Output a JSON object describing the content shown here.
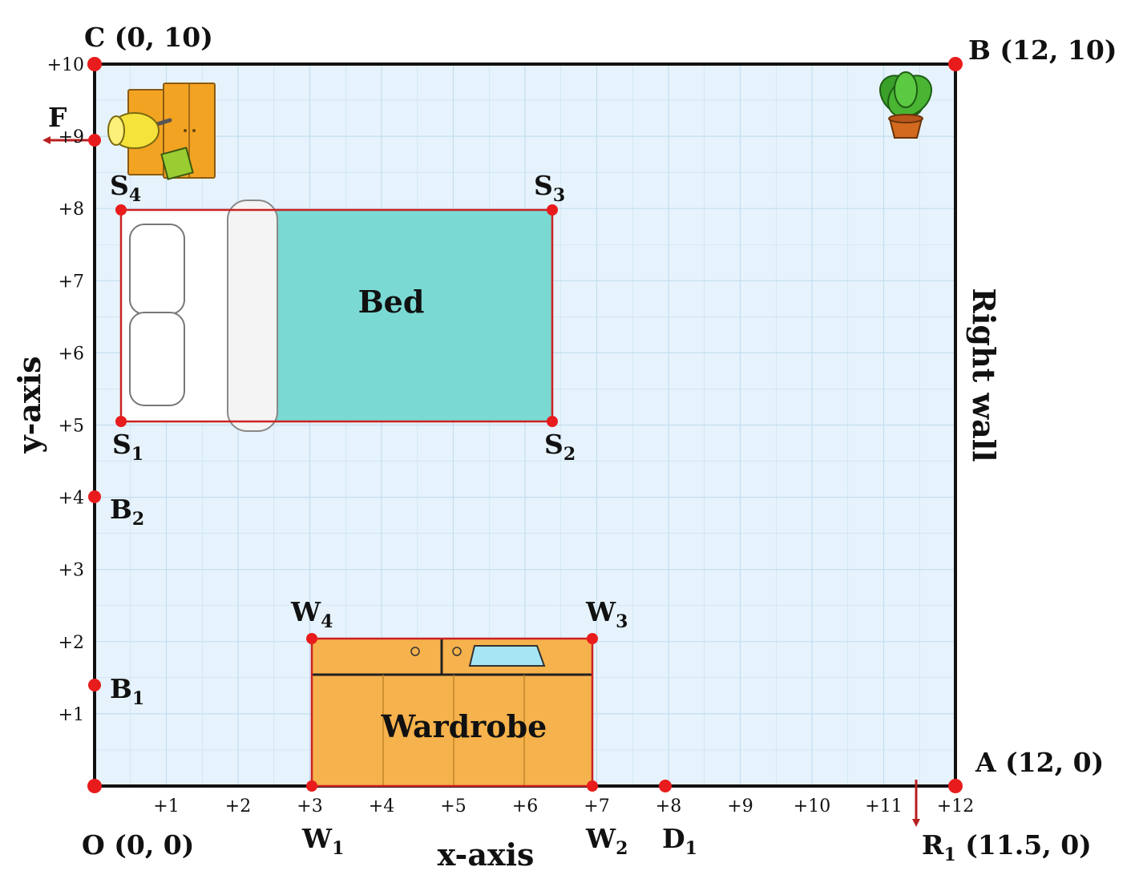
{
  "colors": {
    "floor": "#e6f3fc",
    "grid": "#c4deef",
    "wall": "#111111",
    "point": "#e81c1c",
    "outline": "#cc2222",
    "bed_cover": "#7bd9d3",
    "wardrobe": "#f6b24c",
    "arrow": "#b82020"
  },
  "axes": {
    "x_label": "x-axis",
    "y_label": "y-axis",
    "x_ticks": [
      "+1",
      "+2",
      "+3",
      "+4",
      "+5",
      "+6",
      "+7",
      "+8",
      "+9",
      "+10",
      "+11",
      "+12"
    ],
    "y_ticks": [
      "+1",
      "+2",
      "+3",
      "+4",
      "+5",
      "+6",
      "+7",
      "+8",
      "+9",
      "+10"
    ]
  },
  "corners": {
    "O": {
      "name": "O",
      "coords": " (0, 0)"
    },
    "A": {
      "name": "A",
      "coords": " (12, 0)"
    },
    "B": {
      "name": "B",
      "coords": " (12, 10)"
    },
    "C": {
      "name": "C",
      "coords": " (0, 10)"
    }
  },
  "wall_label": "Right wall",
  "bed": {
    "label": "Bed",
    "corners": {
      "S1": {
        "letter": "S",
        "sub": "1",
        "x": 0.4,
        "y": 5
      },
      "S2": {
        "letter": "S",
        "sub": "2",
        "x": 6.4,
        "y": 5
      },
      "S3": {
        "letter": "S",
        "sub": "3",
        "x": 6.4,
        "y": 8
      },
      "S4": {
        "letter": "S",
        "sub": "4",
        "x": 0.4,
        "y": 8
      }
    }
  },
  "wardrobe": {
    "label": "Wardrobe",
    "corners": {
      "W1": {
        "letter": "W",
        "sub": "1",
        "x": 3,
        "y": 0
      },
      "W2": {
        "letter": "W",
        "sub": "2",
        "x": 6.9,
        "y": 0
      },
      "W3": {
        "letter": "W",
        "sub": "3",
        "x": 6.9,
        "y": 2
      },
      "W4": {
        "letter": "W",
        "sub": "4",
        "x": 3,
        "y": 2
      }
    }
  },
  "points": {
    "B1": {
      "letter": "B",
      "sub": "1",
      "x": 0,
      "y": 1.4
    },
    "B2": {
      "letter": "B",
      "sub": "2",
      "x": 0,
      "y": 4
    },
    "F": {
      "letter": "F",
      "x": 0,
      "y": 9
    },
    "D1": {
      "letter": "D",
      "sub": "1",
      "x": 8,
      "y": 0
    },
    "R1": {
      "letter": "R",
      "sub": "1",
      "coords": " (11.5, 0)",
      "x": 11.5,
      "y": 0
    }
  }
}
